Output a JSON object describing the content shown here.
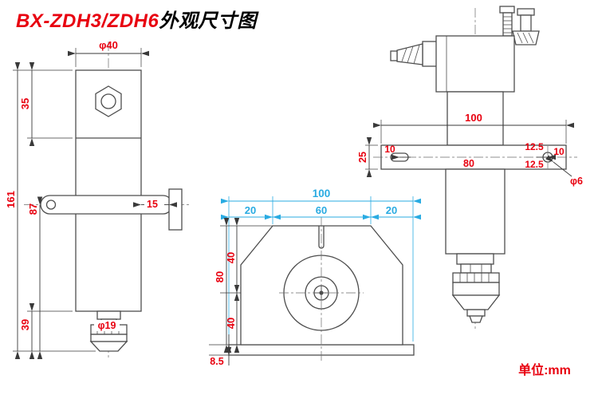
{
  "title": {
    "model": "BX-ZDH3/ZDH6",
    "suffix": "外观尺寸图"
  },
  "unit": "单位:mm",
  "colors": {
    "accent_red": "#e8000f",
    "dim_cyan": "#29abe2",
    "line_gray": "#4d4d4d"
  },
  "left_view": {
    "dia_top": "φ40",
    "h_top": "35",
    "h_total": "161",
    "h_arm": "87",
    "arm_gap": "15",
    "h_bottom": "39",
    "dia_plug": "φ19"
  },
  "front_view": {
    "w_total": "100",
    "w_left": "20",
    "w_center": "60",
    "w_right": "20",
    "h_total": "80",
    "h_upper": "40",
    "h_lower": "40",
    "base_t": "8.5"
  },
  "right_view": {
    "w_plate": "100",
    "h_plate": "25",
    "slot_off": "10",
    "hole_pitch": "80",
    "edge_top": "12.5",
    "edge_right": "10",
    "edge_bottom": "12.5",
    "dia_hole": "φ6"
  }
}
